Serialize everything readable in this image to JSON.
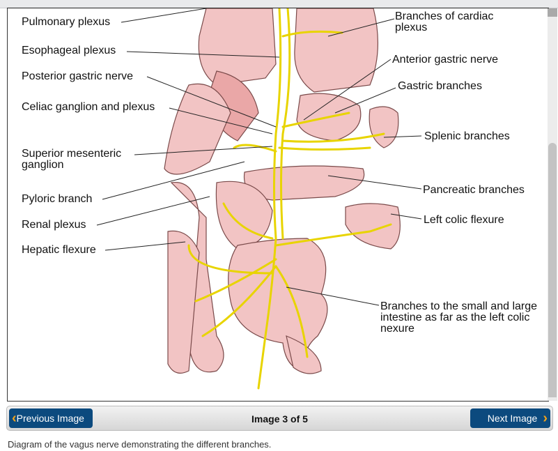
{
  "figure": {
    "labels_left": [
      "Pulmonary plexus",
      "Esophageal plexus",
      "Posterior gastric nerve",
      "Celiac ganglion and plexus",
      "Superior mesenteric ganglion",
      "Pyloric branch",
      "Renal plexus",
      "Hepatic flexure"
    ],
    "labels_right": [
      "Branches of cardiac plexus",
      "Anterior gastric nerve",
      "Gastric branches",
      "Splenic branches",
      "Pancreatic branches",
      "Left colic flexure",
      "Branches to the small and large intestine as far as the left colic nexure"
    ],
    "colors": {
      "organ": "#f2c4c4",
      "organ_stroke": "#7a4a4a",
      "nerve": "#f4e312"
    }
  },
  "nav": {
    "prev_label": "Previous Image",
    "next_label": "Next Image",
    "counter": "Image 3 of 5"
  },
  "caption": "Diagram of the vagus nerve demonstrating the different branches.",
  "colors": {
    "button": "#0c4a7e",
    "chevron": "#f2a31b"
  }
}
